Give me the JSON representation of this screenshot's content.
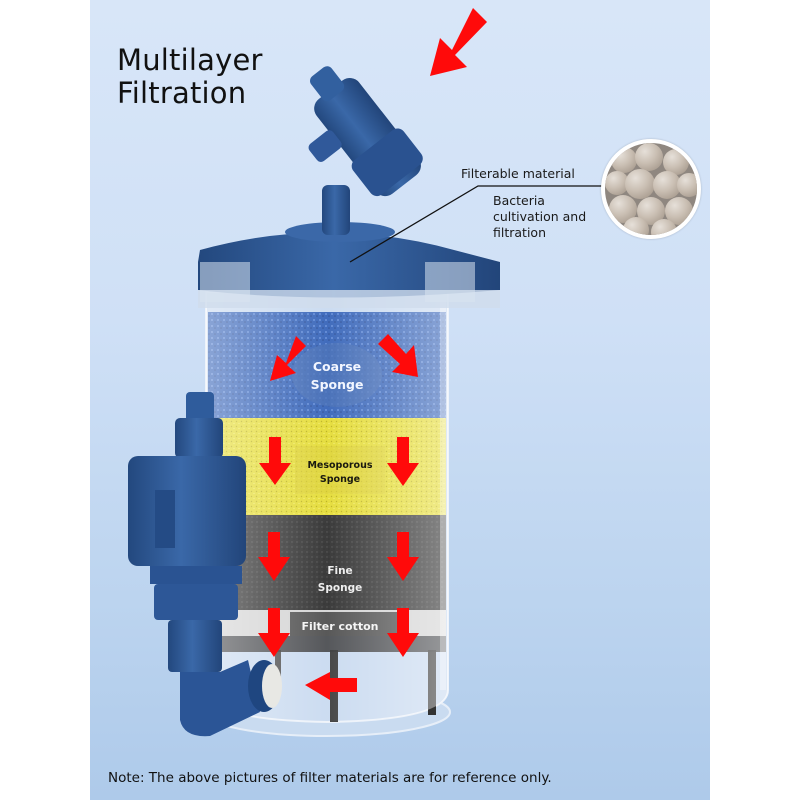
{
  "header": {
    "title_lines": [
      "Multilayer",
      "Filtration"
    ]
  },
  "callout": {
    "heading": "Filterable material",
    "description_lines": [
      "Bacteria",
      "cultivation and",
      "filtration"
    ],
    "media": "bio-ceramic-ring-balls-photo"
  },
  "layers": [
    {
      "id": "coarse",
      "label_lines": [
        "Coarse",
        "Sponge"
      ],
      "color": "#2f5fb8"
    },
    {
      "id": "mesoporous",
      "label_lines": [
        "Mesoporous",
        "Sponge"
      ],
      "color": "#e6dc2e"
    },
    {
      "id": "fine",
      "label_lines": [
        "Fine",
        "Sponge"
      ],
      "color": "#2a2a2a"
    },
    {
      "id": "cotton",
      "label_lines": [
        "Filter cotton"
      ],
      "color": "#d8d8d8"
    }
  ],
  "flow_arrows": {
    "color": "#ff0a0a",
    "icons": [
      "arrow-inlet-icon",
      "arrow-down-left-icon",
      "arrow-down-right-icon",
      "arrow-down-icon",
      "arrow-outlet-left-icon"
    ]
  },
  "footer": {
    "note": "Note: The above pictures of filter materials are for reference only."
  },
  "colors": {
    "background_panel_top": "#d8e6f8",
    "background_panel_bottom": "#aecaea",
    "device_blue": "#2e5a99",
    "arrow_red": "#ff0a0a"
  }
}
